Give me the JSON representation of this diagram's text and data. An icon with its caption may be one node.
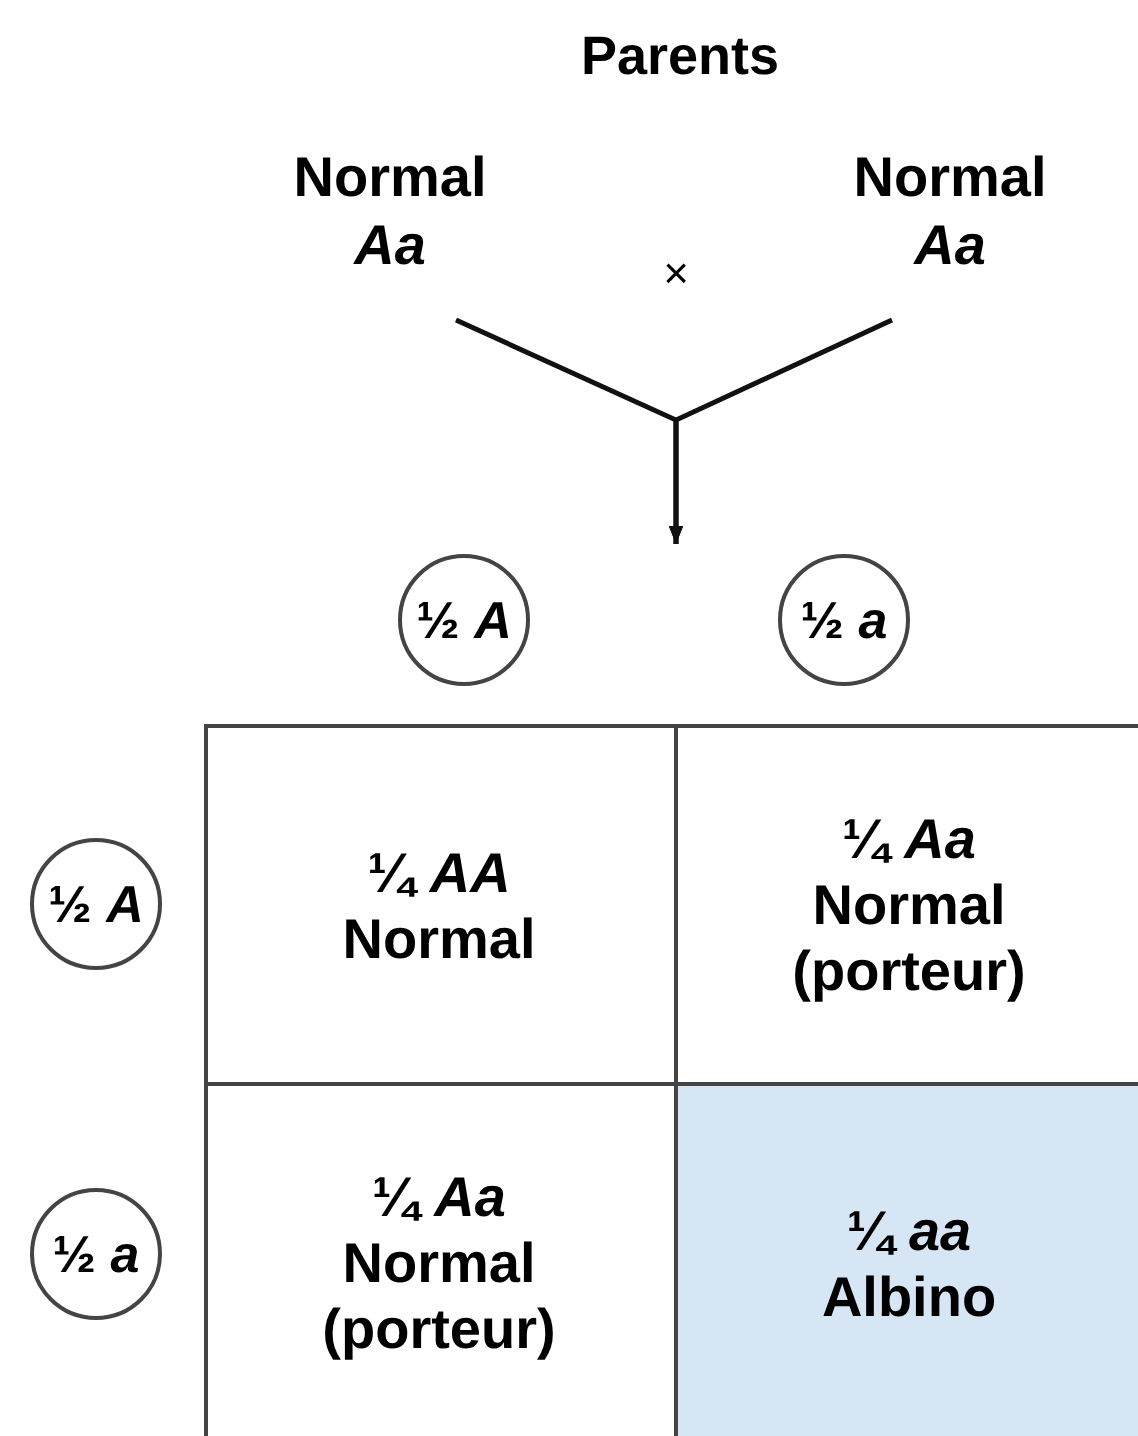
{
  "diagram": {
    "title": "Parents",
    "nodes": [
      {
        "text": [
          "Normal",
          "Aa"
        ]
      },
      {
        "text": [
          "Normal",
          "Aa"
        ]
      },
      {
        "text": [
          "½ *A*"
        ]
      },
      {
        "text": [
          "½ *a*"
        ]
      },
      {
        "text": [
          "½ *A*"
        ]
      },
      {
        "text": [
          "½ *a*"
        ]
      },
      {
        "text": [
          "¼ *AA*",
          "Normal"
        ]
      },
      {
        "text": [
          "¼ *Aa*",
          "Normal (porteur)"
        ]
      },
      {
        "text": [
          "¼ *Aa*",
          "Normal (porteur)"
        ]
      },
      {
        "text": [
          "¼ *aa*",
          "Albino"
        ]
      }
    ],
    "edges": [
      {
        "from": 0,
        "to": null,
        "arrow": "to"
      },
      {
        "from": 1,
        "to": null,
        "arrow": "to"
      }
    ],
    "labels": [
      "×"
    ]
  }
}
